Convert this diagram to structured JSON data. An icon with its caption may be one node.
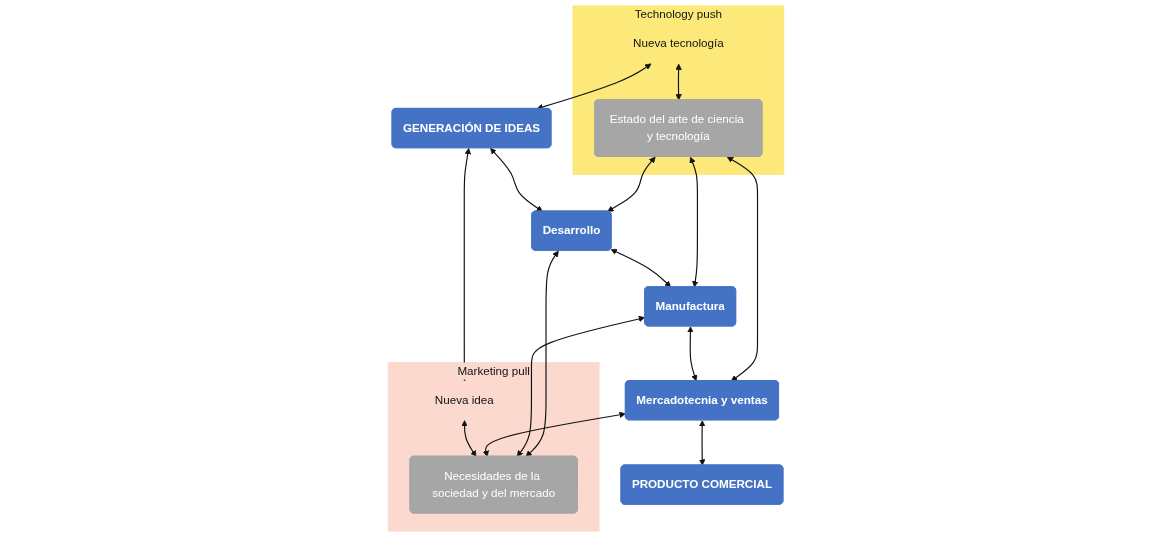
{
  "diagram": {
    "nodes": [
      {
        "text": [
          "Technology push"
        ]
      },
      {
        "text": [
          "Nueva tecnología"
        ],
        "in": 0
      },
      {
        "text": [
          "Estado del arte de ciencia y tecnología"
        ],
        "in": 0
      },
      {
        "text": [
          "GENERACIÓN DE IDEAS"
        ]
      },
      {
        "text": [
          "Desarrollo"
        ]
      },
      {
        "text": [
          "Manufactura"
        ]
      },
      {
        "text": [
          "Mercadotecnia y ventas"
        ]
      },
      {
        "text": [
          "PRODUCTO COMERCIAL"
        ]
      },
      {
        "text": [
          "Marketing pull"
        ]
      },
      {
        "text": [
          "Nueva idea"
        ],
        "in": 8
      },
      {
        "text": [
          "Necesidades de la sociedad y del mercado"
        ],
        "in": 8
      }
    ],
    "edges": [
      {
        "from": 1,
        "to": 2,
        "arrow": "both"
      },
      {
        "from": 1,
        "to": 3,
        "arrow": "both"
      },
      {
        "from": 2,
        "to": 4,
        "arrow": "both"
      },
      {
        "from": 2,
        "to": 5,
        "arrow": "both"
      },
      {
        "from": 2,
        "to": 6,
        "arrow": "both"
      },
      {
        "from": 3,
        "to": 4,
        "arrow": "both"
      },
      {
        "from": 4,
        "to": 5,
        "arrow": "both"
      },
      {
        "from": 5,
        "to": 6,
        "arrow": "both"
      },
      {
        "from": 6,
        "to": 7,
        "arrow": "both"
      },
      {
        "from": 3,
        "to": 9,
        "arrow": "both"
      },
      {
        "from": 4,
        "to": 10,
        "arrow": "both"
      },
      {
        "from": 5,
        "to": 10,
        "arrow": "both"
      },
      {
        "from": 6,
        "to": 10,
        "arrow": "both"
      },
      {
        "from": 9,
        "to": 10,
        "arrow": "both"
      }
    ]
  }
}
